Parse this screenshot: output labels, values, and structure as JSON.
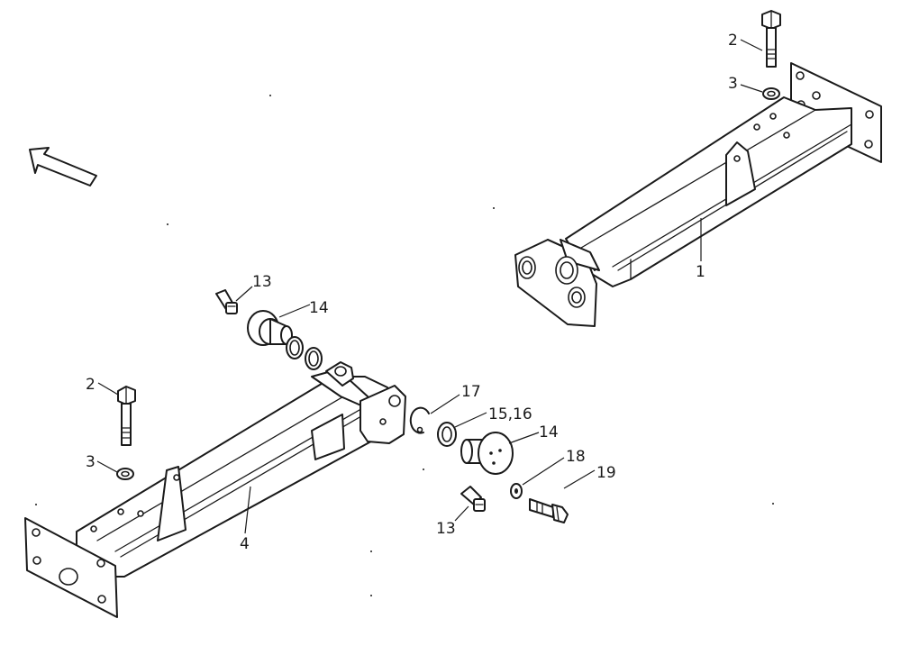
{
  "diagram": {
    "colors": {
      "line": "#1a1a1a",
      "background": "#ffffff"
    },
    "direction_arrow": {
      "icon": "direction-arrow-icon"
    },
    "callouts": {
      "c1": "1",
      "c2a": "2",
      "c3a": "3",
      "c2b": "2",
      "c3b": "3",
      "c4": "4",
      "c13a": "13",
      "c14a": "14",
      "c17": "17",
      "c1516": "15,16",
      "c14b": "14",
      "c18": "18",
      "c19": "19",
      "c13b": "13"
    }
  }
}
